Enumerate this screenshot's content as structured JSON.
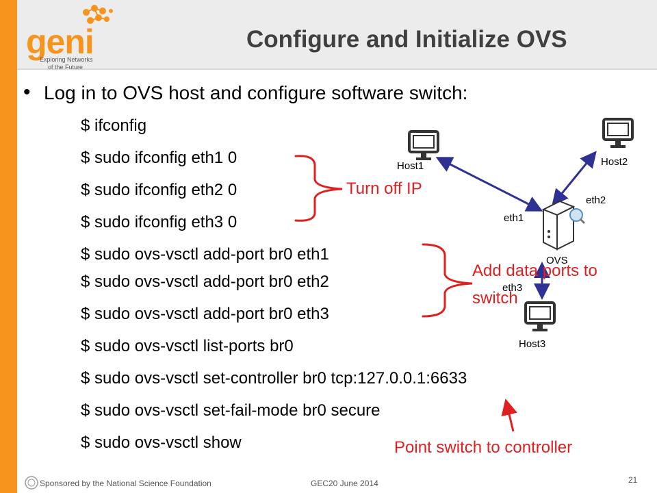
{
  "header": {
    "title": "Configure and Initialize OVS",
    "logo_word": "geni",
    "logo_tagline_1": "Exploring Networks",
    "logo_tagline_2": "of the Future"
  },
  "body": {
    "main_bullet": "Log in to OVS host and configure software switch:",
    "commands": [
      "$ ifconfig",
      "$ sudo ifconfig eth1 0",
      "$ sudo ifconfig eth2 0",
      "$ sudo ifconfig eth3 0",
      "$ sudo ovs-vsctl add-port br0 eth1",
      "$ sudo ovs-vsctl add-port br0 eth2",
      "$ sudo ovs-vsctl add-port br0 eth3",
      "$ sudo ovs-vsctl list-ports br0",
      "$ sudo ovs-vsctl set-controller br0 tcp:127.0.0.1:6633",
      "$ sudo ovs-vsctl set-fail-mode br0 secure",
      "$ sudo ovs-vsctl show"
    ]
  },
  "annotations": {
    "turn_off_ip": "Turn off IP",
    "add_ports_1": "Add data ports to",
    "add_ports_2": "switch",
    "point_controller": "Point switch to controller"
  },
  "diagram": {
    "host1": "Host1",
    "host2": "Host2",
    "host3": "Host3",
    "ovs": "OVS",
    "eth1": "eth1",
    "eth2": "eth2",
    "eth3": "eth3"
  },
  "footer": {
    "sponsor": "Sponsored by the National Science Foundation",
    "event": "GEC20  June 2014",
    "page_number": "21"
  },
  "colors": {
    "accent_orange": "#f7941d",
    "annotation_red": "#e02020",
    "arrow_navy": "#2e3192"
  }
}
